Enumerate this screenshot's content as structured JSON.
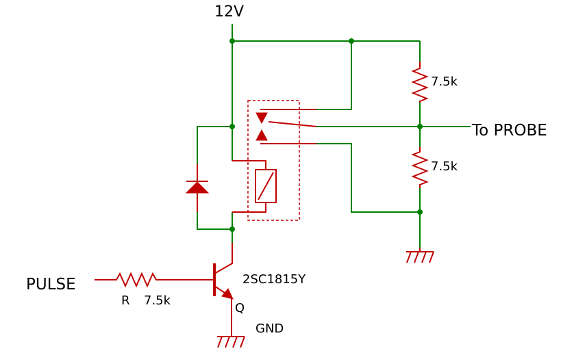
{
  "supply": {
    "label": "12V"
  },
  "output": {
    "label": "To PROBE"
  },
  "resistors": {
    "upper_divider": {
      "value": "7.5k"
    },
    "lower_divider": {
      "value": "7.5k"
    },
    "base": {
      "ref": "R",
      "value": "7.5k"
    }
  },
  "input": {
    "label": "PULSE"
  },
  "transistor": {
    "part": "2SC1815Y",
    "ref": "Q"
  },
  "ground": {
    "label": "GND"
  },
  "colors": {
    "wire": "#008000",
    "component": "#c00000",
    "text": "#000000",
    "background": "#ffffff"
  }
}
